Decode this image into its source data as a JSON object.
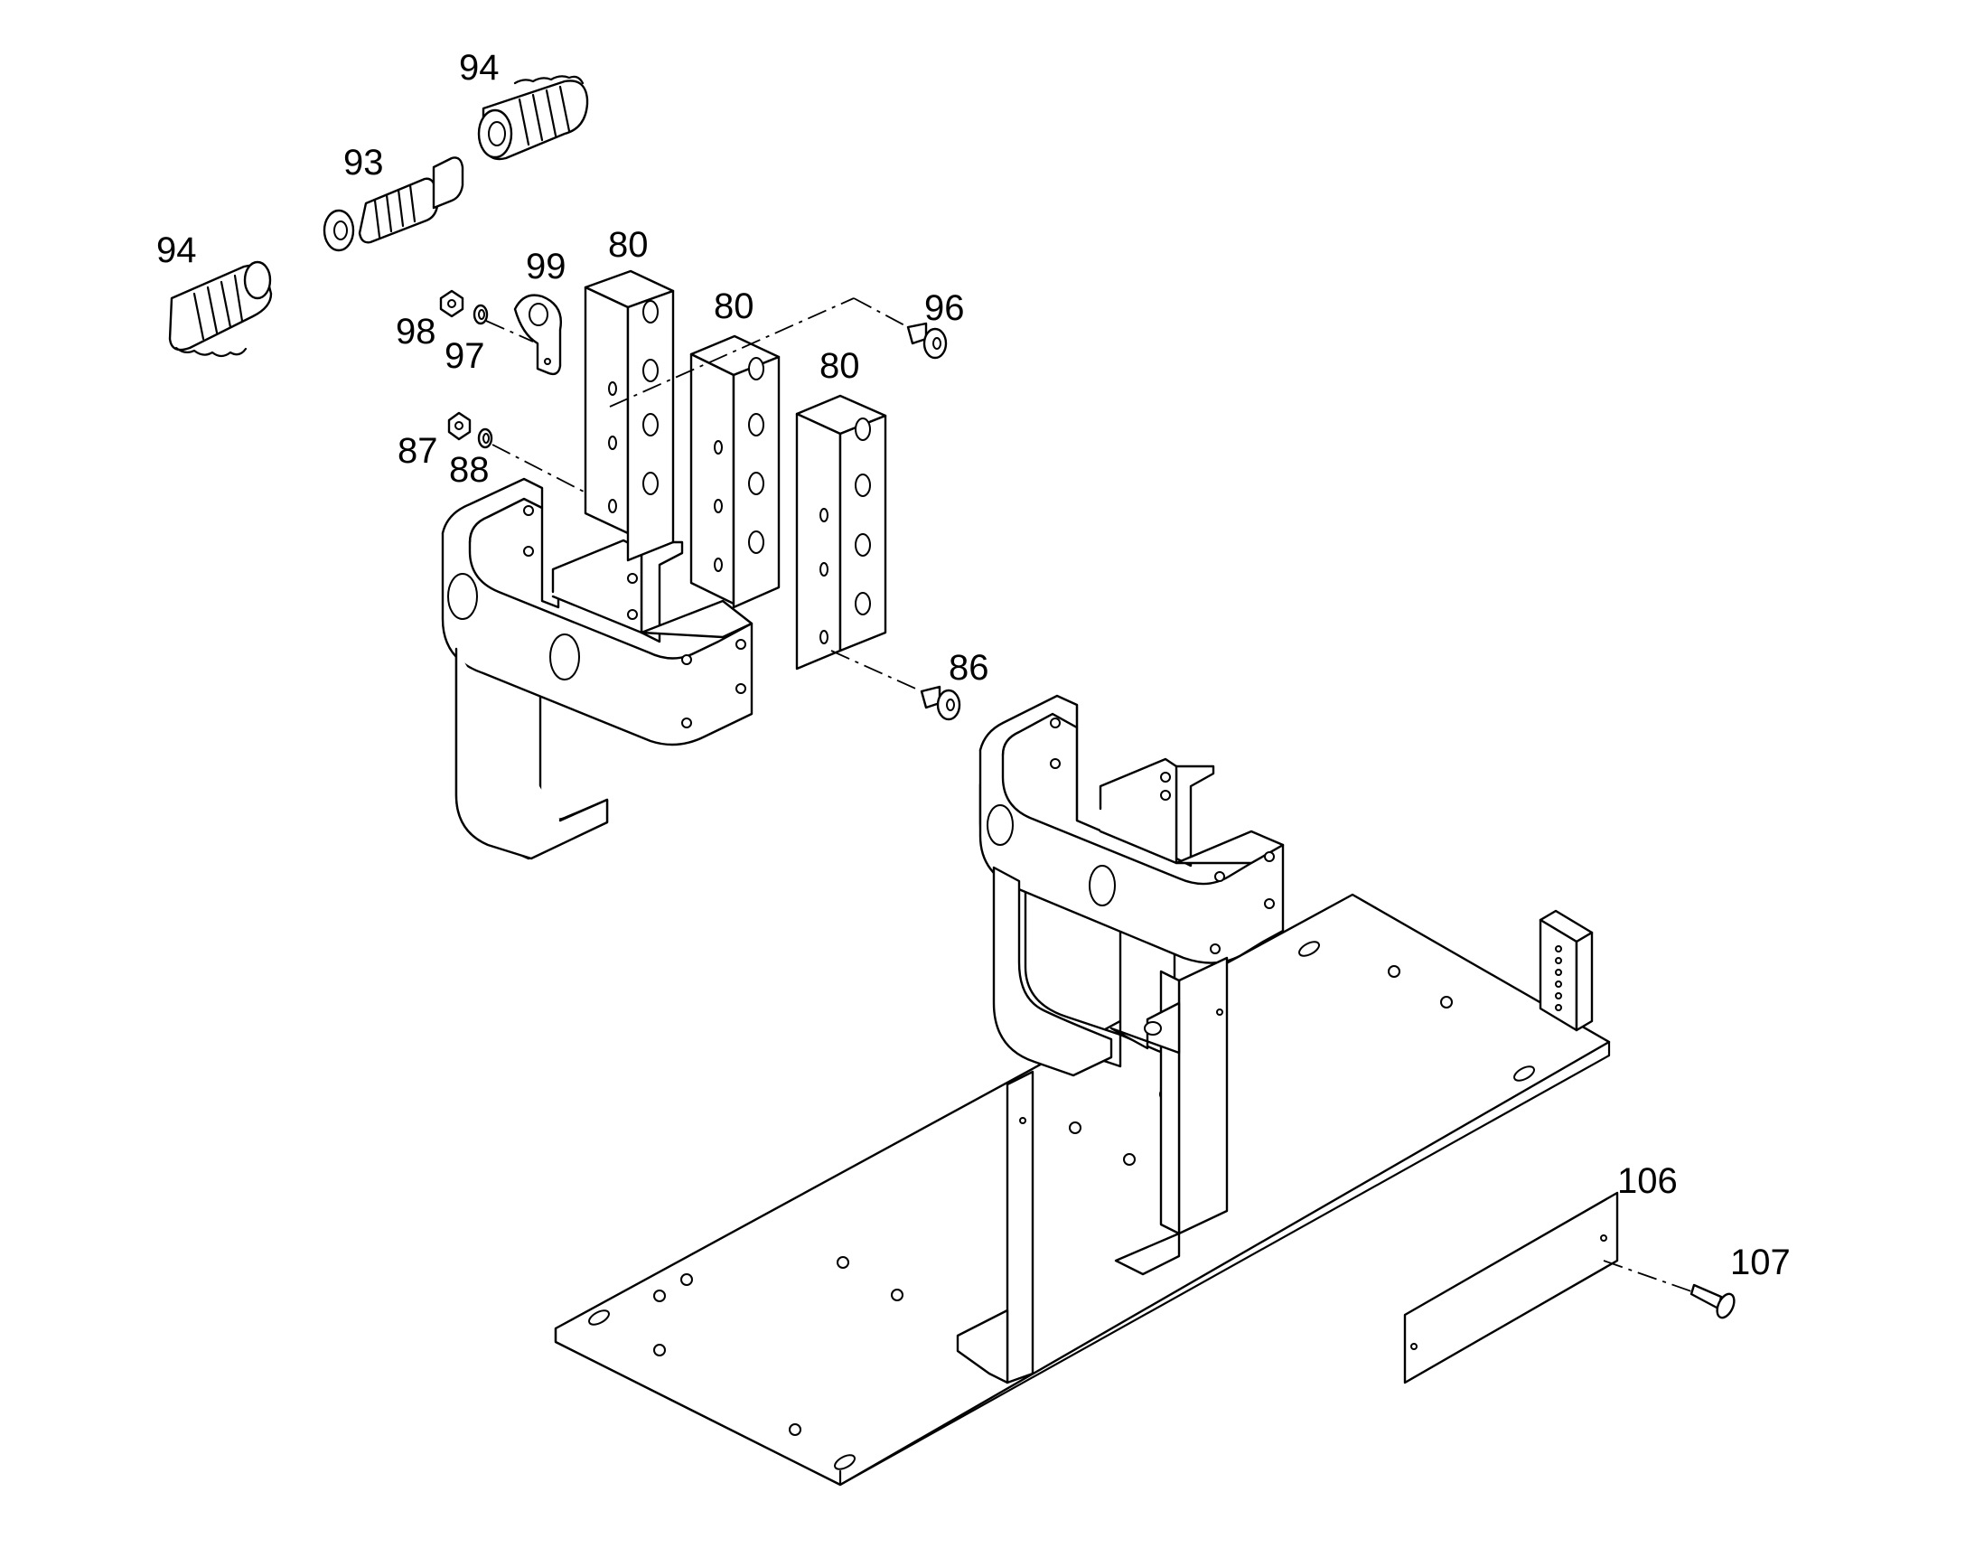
{
  "diagram": {
    "callouts": {
      "c94a": "94",
      "c93": "93",
      "c94b": "94",
      "c99": "99",
      "c98": "98",
      "c97": "97",
      "c80a": "80",
      "c80b": "80",
      "c80c": "80",
      "c96": "96",
      "c87": "87",
      "c88": "88",
      "c86": "86",
      "c106": "106",
      "c107": "107"
    }
  }
}
